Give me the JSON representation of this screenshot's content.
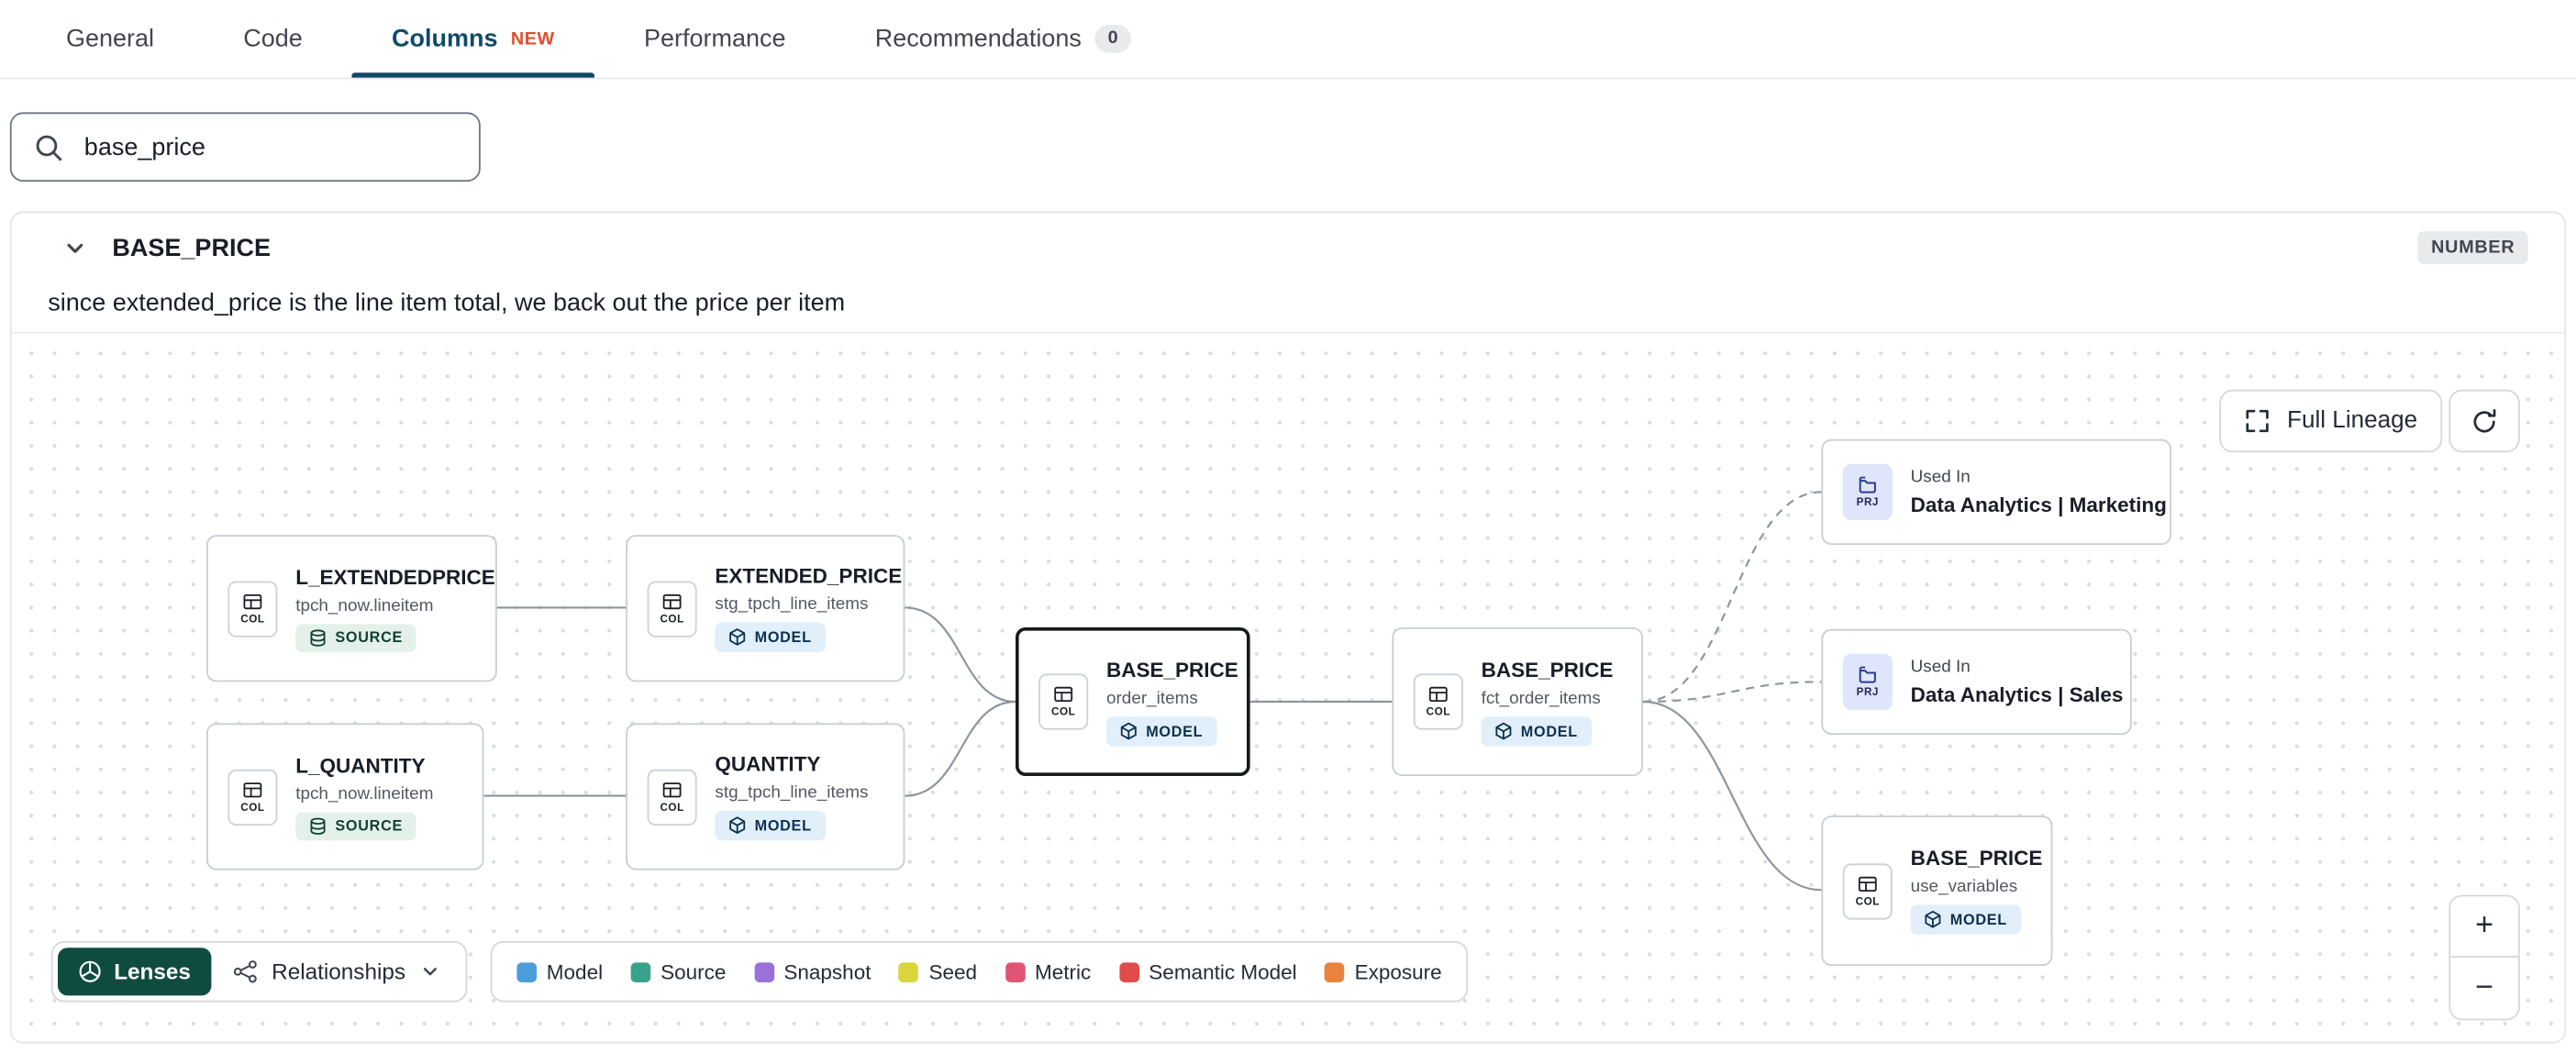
{
  "tabs": {
    "items": [
      {
        "label": "General"
      },
      {
        "label": "Code"
      },
      {
        "label": "Columns",
        "badge": "NEW"
      },
      {
        "label": "Performance"
      },
      {
        "label": "Recommendations",
        "badge": "0"
      }
    ]
  },
  "search": {
    "value": "base_price"
  },
  "panel": {
    "title": "BASE_PRICE",
    "type_badge": "NUMBER",
    "description": "since extended_price is the line item total, we back out the price per item"
  },
  "lineage": {
    "full_lineage_label": "Full Lineage",
    "lenses_label": "Lenses",
    "relationships_label": "Relationships",
    "zoom": {
      "in": "+",
      "out": "−"
    },
    "nodes": [
      {
        "icon": "COL",
        "title": "L_EXTENDEDPRICE",
        "subtitle": "tpch_now.lineitem",
        "badge": "SOURCE"
      },
      {
        "icon": "COL",
        "title": "L_QUANTITY",
        "subtitle": "tpch_now.lineitem",
        "badge": "SOURCE"
      },
      {
        "icon": "COL",
        "title": "EXTENDED_PRICE",
        "subtitle": "stg_tpch_line_items",
        "badge": "MODEL"
      },
      {
        "icon": "COL",
        "title": "QUANTITY",
        "subtitle": "stg_tpch_line_items",
        "badge": "MODEL"
      },
      {
        "icon": "COL",
        "title": "BASE_PRICE",
        "subtitle": "order_items",
        "badge": "MODEL"
      },
      {
        "icon": "COL",
        "title": "BASE_PRICE",
        "subtitle": "fct_order_items",
        "badge": "MODEL"
      },
      {
        "icon": "PRJ",
        "kicker": "Used In",
        "title": "Data Analytics | Marketing"
      },
      {
        "icon": "PRJ",
        "kicker": "Used In",
        "title": "Data Analytics | Sales"
      },
      {
        "icon": "COL",
        "title": "BASE_PRICE",
        "subtitle": "use_variables",
        "badge": "MODEL"
      }
    ],
    "legend": [
      {
        "label": "Model",
        "color": "#4a9eda"
      },
      {
        "label": "Source",
        "color": "#38a28a"
      },
      {
        "label": "Snapshot",
        "color": "#9a71d8"
      },
      {
        "label": "Seed",
        "color": "#d9d53a"
      },
      {
        "label": "Metric",
        "color": "#e05573"
      },
      {
        "label": "Semantic Model",
        "color": "#df4c49"
      },
      {
        "label": "Exposure",
        "color": "#e8823d"
      }
    ]
  }
}
